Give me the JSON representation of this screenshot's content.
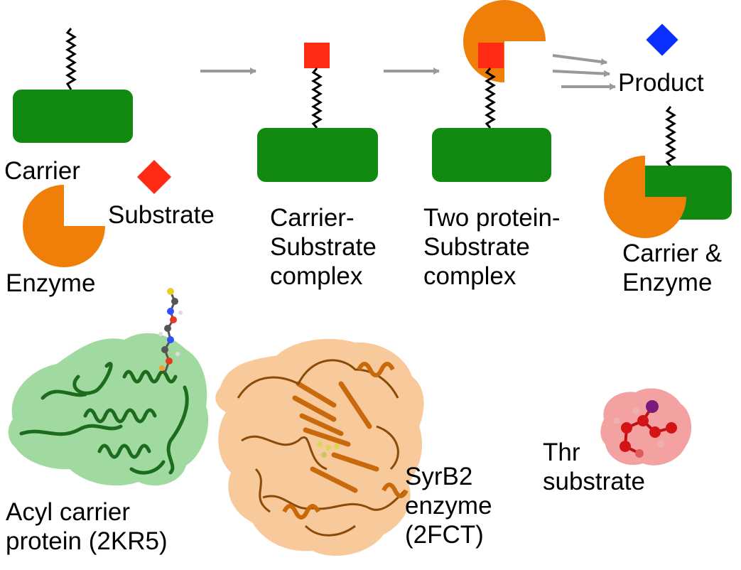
{
  "colors": {
    "carrier": "#128a12",
    "enzyme": "#f07f0a",
    "substrate": "#ff2b14",
    "product": "#0a30ff",
    "arrow": "#999999",
    "linker": "#000000",
    "acp_surface": "#8fd38f",
    "acp_ribbon": "#1d6b1d",
    "syrb2_surface": "#f6c08a",
    "syrb2_ribbon": "#c86a0c",
    "thr_surface": "#f08a8a",
    "thr_atoms": "#d41414"
  },
  "labels": {
    "carrier": "Carrier",
    "enzyme": "Enzyme",
    "substrate": "Substrate",
    "carrier_substrate": [
      "Carrier-",
      "Substrate",
      "complex"
    ],
    "two_protein": [
      "Two protein-",
      "Substrate",
      "complex"
    ],
    "product": "Product",
    "carrier_enzyme": [
      "Carrier &",
      "Enzyme"
    ],
    "acp": [
      "Acyl carrier",
      "protein (2KR5)"
    ],
    "syrb2": [
      "SyrB2",
      "enzyme",
      "(2FCT)"
    ],
    "thr": [
      "Thr",
      "substrate"
    ]
  },
  "icons": {
    "carrier": "green-rounded-rectangle",
    "enzyme": "orange-pacman",
    "substrate": "red-diamond",
    "product": "blue-diamond",
    "linker": "zigzag-line",
    "step_arrow": "gray-arrow"
  }
}
